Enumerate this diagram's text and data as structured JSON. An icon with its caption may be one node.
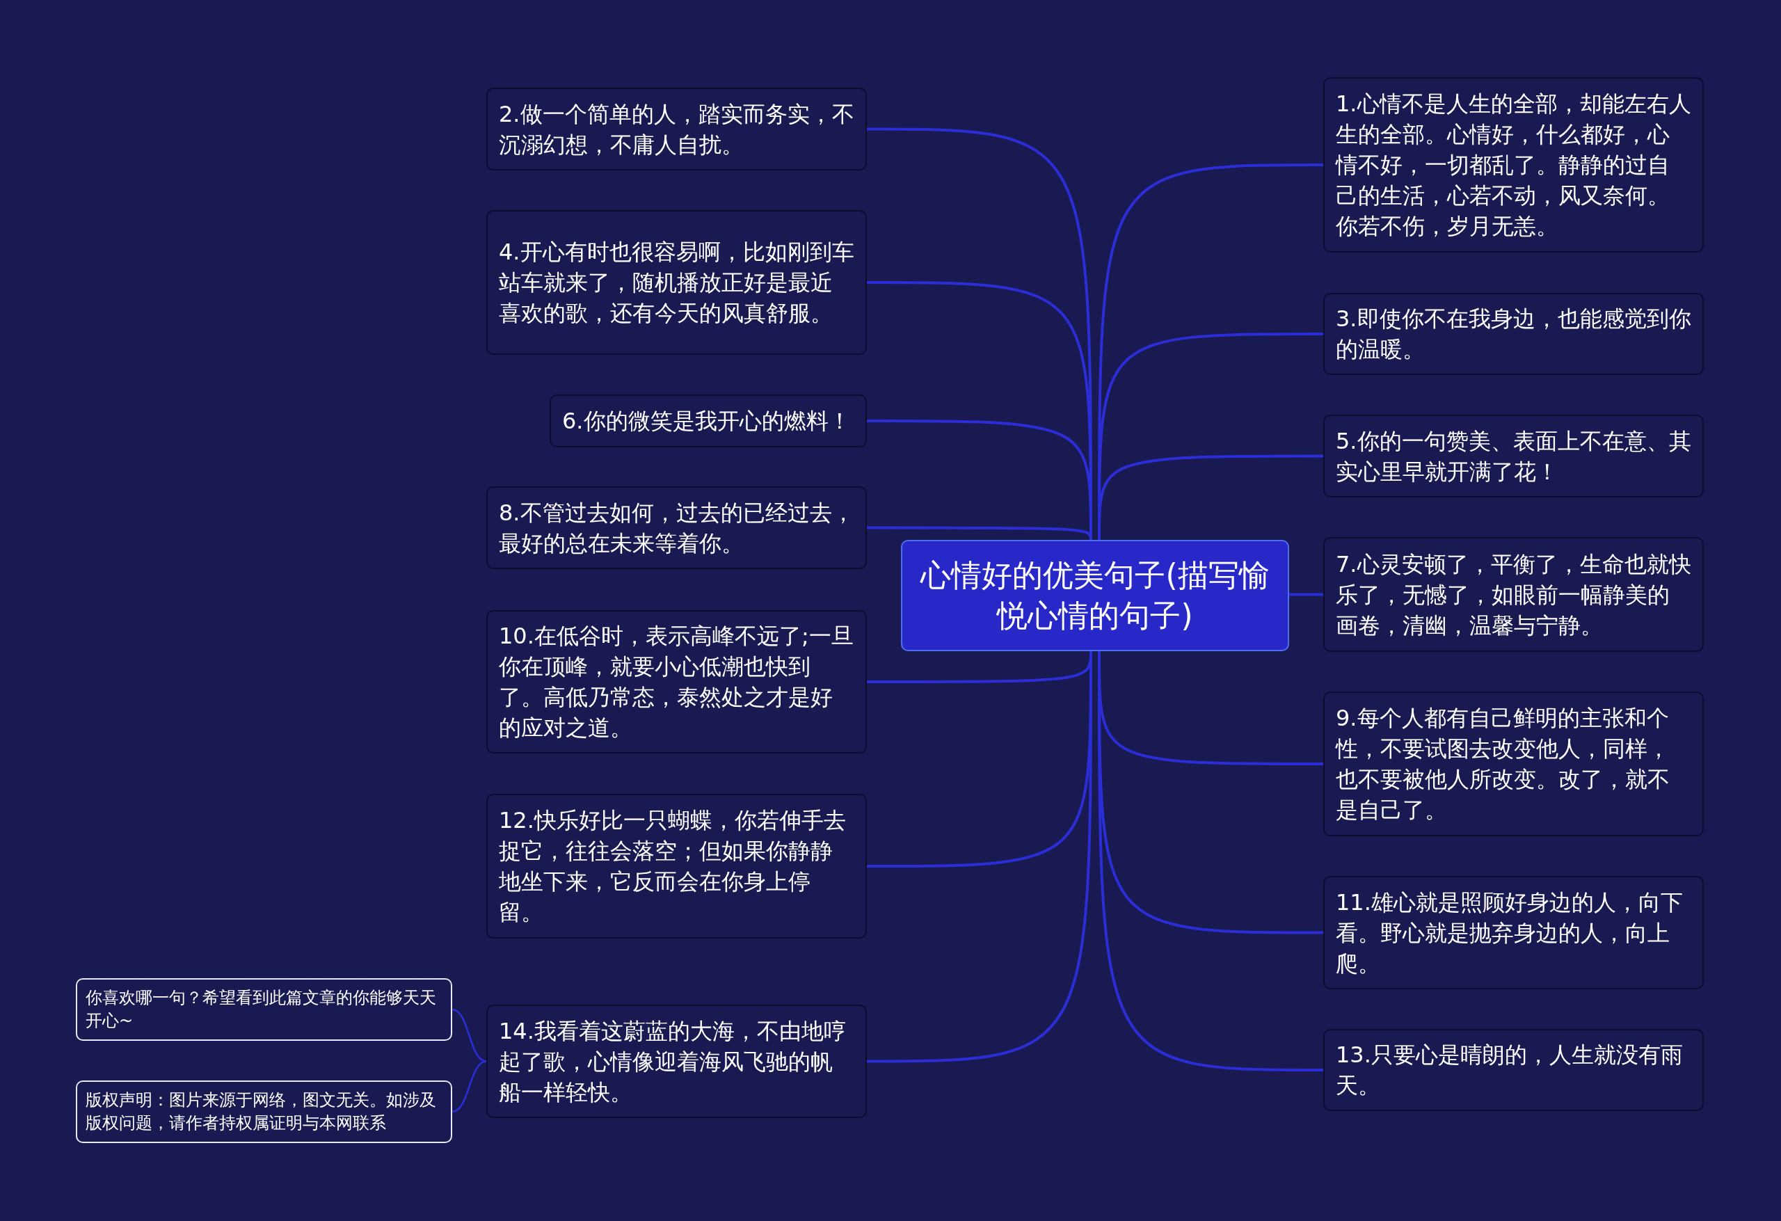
{
  "diagram": {
    "nodes": [
      {
        "text": [
          "心情好的优美句子(描写愉悦心情的句子)"
        ]
      },
      {
        "text": [
          "1.心情不是人生的全部，却能左右人生的全部。心情好，什么都好，心情不好，一切都乱了。静静的过自己的生活，心若不动，风又奈何。你若不伤，岁月无恙。"
        ]
      },
      {
        "text": [
          "2.做一个简单的人，踏实而务实，不沉溺幻想，不庸人自扰。"
        ]
      },
      {
        "text": [
          "3.即使你不在我身边，也能感觉到你的温暖。"
        ]
      },
      {
        "text": [
          "4.开心有时也很容易啊，比如刚到车站车就来了，随机播放正好是最近喜欢的歌，还有今天的风真舒服。"
        ]
      },
      {
        "text": [
          "5.你的一句赞美、表面上不在意、其实心里早就开满了花！"
        ]
      },
      {
        "text": [
          "6.你的微笑是我开心的燃料！"
        ]
      },
      {
        "text": [
          "7.心灵安顿了，平衡了，生命也就快乐了，无憾了，如眼前一幅静美的画卷，清幽，温馨与宁静。"
        ]
      },
      {
        "text": [
          "8.不管过去如何，过去的已经过去，最好的总在未来等着你。"
        ]
      },
      {
        "text": [
          "9.每个人都有自己鲜明的主张和个性，不要试图去改变他人，同样，也不要被他人所改变。改了，就不是自己了。"
        ]
      },
      {
        "text": [
          "10.在低谷时，表示高峰不远了;一旦你在顶峰，就要小心低潮也快到了。高低乃常态，泰然处之才是好的应对之道。"
        ]
      },
      {
        "text": [
          "11.雄心就是照顾好身边的人，向下看。野心就是抛弃身边的人，向上爬。"
        ]
      },
      {
        "text": [
          "12.快乐好比一只蝴蝶，你若伸手去捉它，往往会落空；但如果你静静地坐下来，它反而会在你身上停留。"
        ]
      },
      {
        "text": [
          "13.只要心是晴朗的，人生就没有雨天。"
        ]
      },
      {
        "text": [
          "14.我看着这蔚蓝的大海，不由地哼起了歌，心情像迎着海风飞驰的帆船一样轻快。"
        ]
      },
      {
        "text": [
          "你喜欢哪一句？希望看到此篇文章的你能够天天开心~"
        ]
      },
      {
        "text": [
          "版权声明：图片来源于网络，图文无关。如涉及版权问题，请作者持权属证明与本网联系"
        ]
      }
    ],
    "edges": [
      {
        "from": 0,
        "to": 1,
        "arrow": "none"
      },
      {
        "from": 0,
        "to": 2,
        "arrow": "none"
      },
      {
        "from": 0,
        "to": 3,
        "arrow": "none"
      },
      {
        "from": 0,
        "to": 4,
        "arrow": "none"
      },
      {
        "from": 0,
        "to": 5,
        "arrow": "none"
      },
      {
        "from": 0,
        "to": 6,
        "arrow": "none"
      },
      {
        "from": 0,
        "to": 7,
        "arrow": "none"
      },
      {
        "from": 0,
        "to": 8,
        "arrow": "none"
      },
      {
        "from": 0,
        "to": 9,
        "arrow": "none"
      },
      {
        "from": 0,
        "to": 10,
        "arrow": "none"
      },
      {
        "from": 0,
        "to": 11,
        "arrow": "none"
      },
      {
        "from": 0,
        "to": 12,
        "arrow": "none"
      },
      {
        "from": 0,
        "to": 13,
        "arrow": "none"
      },
      {
        "from": 0,
        "to": 14,
        "arrow": "none"
      },
      {
        "from": 14,
        "to": 15,
        "arrow": "none"
      },
      {
        "from": 14,
        "to": 16,
        "arrow": "none"
      }
    ]
  }
}
